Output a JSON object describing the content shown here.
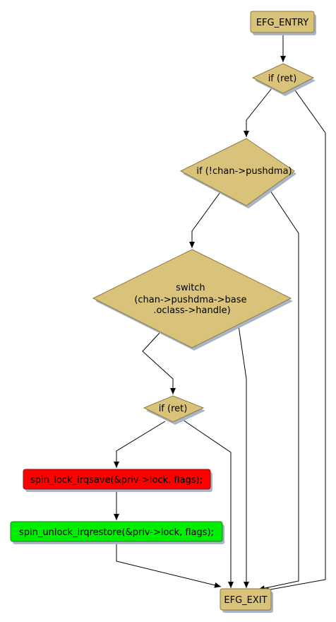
{
  "nodes": {
    "entry": {
      "label": "EFG_ENTRY",
      "fill": "#d9c27a"
    },
    "if_ret_1": {
      "label": "if (ret)",
      "fill": "#d9c27a"
    },
    "if_pushdma": {
      "label": "if (!chan->pushdma)",
      "fill": "#d9c27a"
    },
    "switch": {
      "lines": [
        "switch",
        "(chan->pushdma->base",
        ".oclass->handle)"
      ],
      "fill": "#d9c27a"
    },
    "if_ret_2": {
      "label": "if (ret)",
      "fill": "#d9c27a"
    },
    "spin_lock": {
      "label": "spin_lock_irqsave(&priv->lock, flags);",
      "fill": "#ff0000"
    },
    "spin_unlock": {
      "label": "spin_unlock_irqrestore(&priv->lock, flags);",
      "fill": "#00ee00"
    },
    "exit": {
      "label": "EFG_EXIT",
      "fill": "#d9c27a"
    }
  },
  "colors": {
    "stroke": "#8c7a40",
    "edge": "#000000",
    "shadow": "#a8b4c8"
  }
}
